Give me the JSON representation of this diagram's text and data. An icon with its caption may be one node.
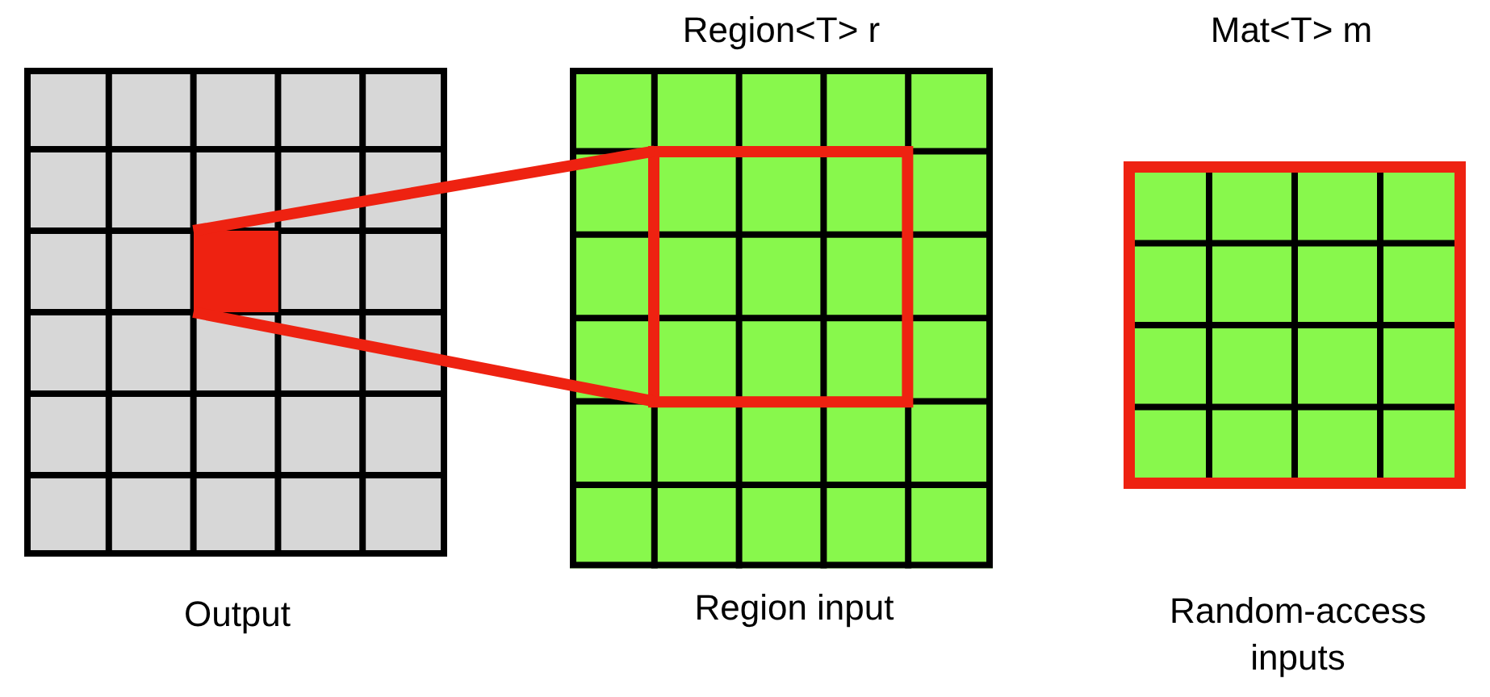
{
  "diagram": {
    "nodes": [
      {
        "text": [
          "Output"
        ]
      },
      {
        "text": [
          "Region<T> r",
          "Region input"
        ]
      },
      {
        "text": [
          "Mat<T> m",
          "Random-access inputs"
        ]
      },
      {
        "text": [],
        "shape": "box",
        "in": 0
      },
      {
        "text": [],
        "shape": "box",
        "in": 1
      }
    ],
    "edges": [
      {
        "from": 3,
        "to": 4,
        "arrow": "none"
      },
      {
        "from": 3,
        "to": 4,
        "arrow": "none"
      }
    ]
  }
}
